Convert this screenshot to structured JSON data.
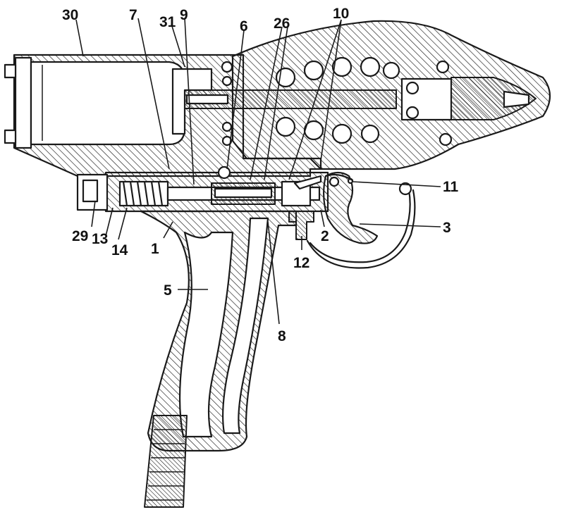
{
  "figure": {
    "labels": {
      "l30": "30",
      "l7": "7",
      "l31": "31",
      "l9": "9",
      "l6": "6",
      "l26": "26",
      "l10": "10",
      "l11": "11",
      "l3": "3",
      "l2": "2",
      "l12": "12",
      "l29": "29",
      "l13": "13",
      "l14": "14",
      "l1": "1",
      "l5": "5",
      "l8": "8"
    }
  }
}
